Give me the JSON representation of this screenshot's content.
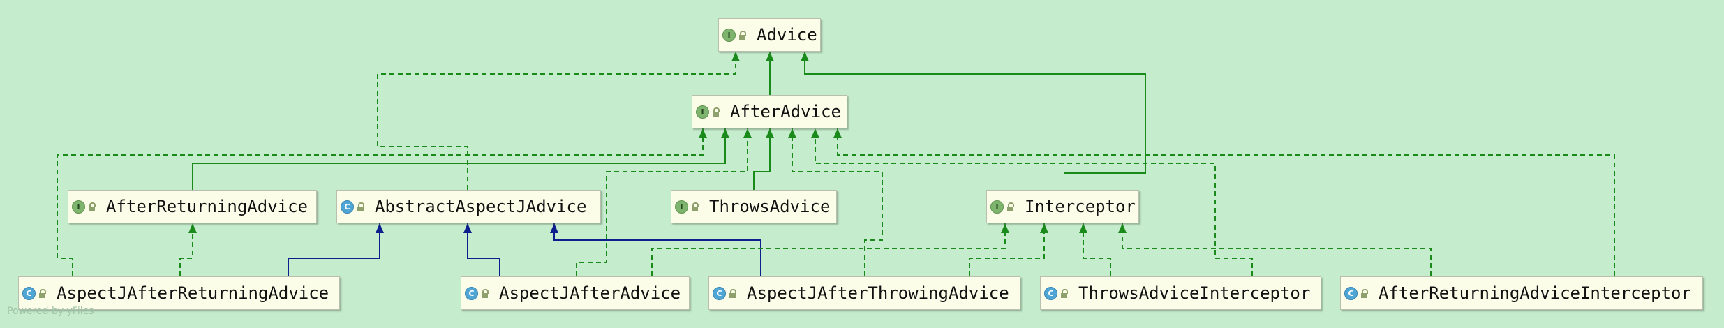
{
  "colors": {
    "background": "#c6ecce",
    "implements_edge": "#1a8a1a",
    "extends_edge": "#0d1f8c",
    "interface_badge": "#7fb46f",
    "class_badge": "#4fa5d4"
  },
  "nodes": {
    "advice": {
      "label": "Advice",
      "kind": "I",
      "icon": "interface-icon"
    },
    "after_advice": {
      "label": "AfterAdvice",
      "kind": "I",
      "icon": "interface-icon"
    },
    "after_returning_advice": {
      "label": "AfterReturningAdvice",
      "kind": "I",
      "icon": "interface-icon"
    },
    "abstract_aspectj_advice": {
      "label": "AbstractAspectJAdvice",
      "kind": "C",
      "icon": "abstract-class-icon"
    },
    "throws_advice": {
      "label": "ThrowsAdvice",
      "kind": "I",
      "icon": "interface-icon"
    },
    "interceptor": {
      "label": "Interceptor",
      "kind": "I",
      "icon": "interface-icon"
    },
    "aspectj_after_returning_advice": {
      "label": "AspectJAfterReturningAdvice",
      "kind": "C",
      "icon": "class-icon"
    },
    "aspectj_after_advice": {
      "label": "AspectJAfterAdvice",
      "kind": "C",
      "icon": "class-icon"
    },
    "aspectj_after_throwing_advice": {
      "label": "AspectJAfterThrowingAdvice",
      "kind": "C",
      "icon": "class-icon"
    },
    "throws_advice_interceptor": {
      "label": "ThrowsAdviceInterceptor",
      "kind": "C",
      "icon": "class-icon"
    },
    "after_returning_advice_interceptor": {
      "label": "AfterReturningAdviceInterceptor",
      "kind": "C",
      "icon": "class-icon"
    }
  },
  "edges": [
    {
      "from": "after_advice",
      "to": "advice",
      "relation": "extends-interface"
    },
    {
      "from": "interceptor",
      "to": "advice",
      "relation": "extends-interface"
    },
    {
      "from": "abstract_aspectj_advice",
      "to": "advice",
      "relation": "implements"
    },
    {
      "from": "after_returning_advice",
      "to": "after_advice",
      "relation": "extends-interface"
    },
    {
      "from": "throws_advice",
      "to": "after_advice",
      "relation": "extends-interface"
    },
    {
      "from": "aspectj_after_returning_advice",
      "to": "after_advice",
      "relation": "implements"
    },
    {
      "from": "aspectj_after_advice",
      "to": "after_advice",
      "relation": "implements"
    },
    {
      "from": "aspectj_after_throwing_advice",
      "to": "after_advice",
      "relation": "implements"
    },
    {
      "from": "throws_advice_interceptor",
      "to": "after_advice",
      "relation": "implements"
    },
    {
      "from": "after_returning_advice_interceptor",
      "to": "after_advice",
      "relation": "implements"
    },
    {
      "from": "aspectj_after_returning_advice",
      "to": "after_returning_advice",
      "relation": "implements"
    },
    {
      "from": "aspectj_after_returning_advice",
      "to": "abstract_aspectj_advice",
      "relation": "extends"
    },
    {
      "from": "aspectj_after_advice",
      "to": "abstract_aspectj_advice",
      "relation": "extends"
    },
    {
      "from": "aspectj_after_throwing_advice",
      "to": "abstract_aspectj_advice",
      "relation": "extends"
    },
    {
      "from": "aspectj_after_advice",
      "to": "interceptor",
      "relation": "implements"
    },
    {
      "from": "aspectj_after_throwing_advice",
      "to": "interceptor",
      "relation": "implements"
    },
    {
      "from": "throws_advice_interceptor",
      "to": "interceptor",
      "relation": "implements"
    },
    {
      "from": "after_returning_advice_interceptor",
      "to": "interceptor",
      "relation": "implements"
    }
  ],
  "watermark": "Powered by yFiles"
}
